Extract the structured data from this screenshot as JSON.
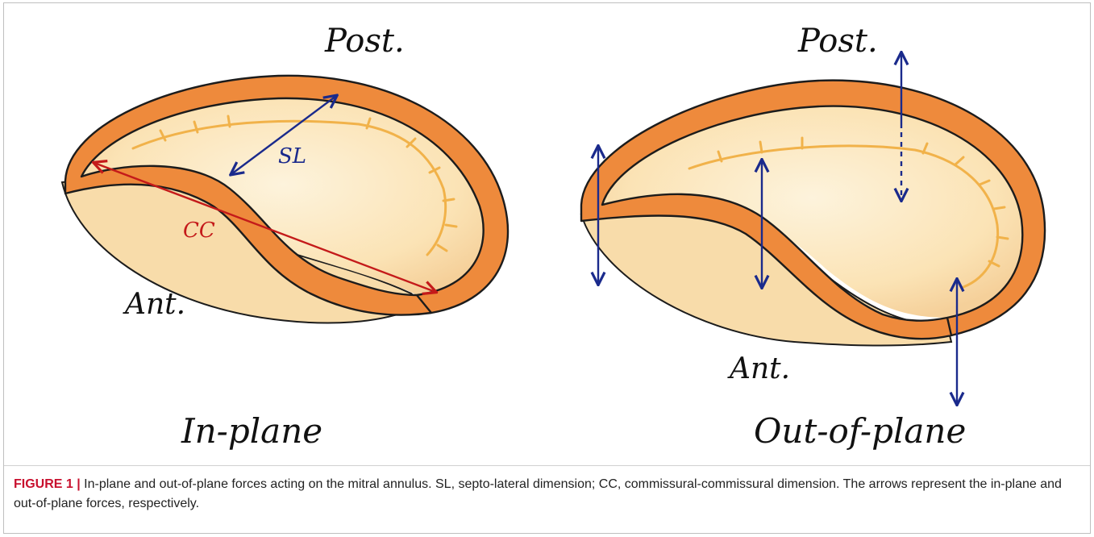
{
  "figure": {
    "label": "FIGURE 1 |",
    "caption": "In-plane and out-of-plane forces acting on the mitral annulus. SL, septo-lateral dimension; CC, commissural-commissural dimension. The arrows represent the in-plane and out-of-plane forces, respectively."
  },
  "panels": {
    "left": {
      "post_label": "Post.",
      "ant_label": "Ant.",
      "sl_label": "SL",
      "cc_label": "CC",
      "title": "In-plane"
    },
    "right": {
      "post_label": "Post.",
      "ant_label": "Ant.",
      "title": "Out-of-plane"
    }
  },
  "colors": {
    "annulus": "#ee8a3c",
    "leaflet": "#fbe6bd",
    "chordae": "#f1b24a",
    "sl_arrow": "#1a2a8c",
    "cc_arrow": "#c41a1a",
    "force_arrow": "#1a2a8c",
    "label_accent": "#c8102e"
  }
}
